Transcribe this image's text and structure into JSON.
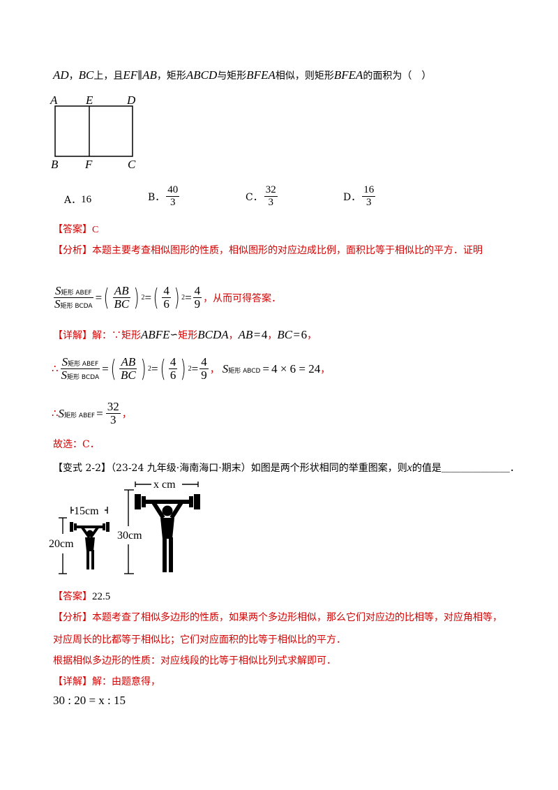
{
  "q1": {
    "stem_ad": "AD",
    "stem_comma1": "，",
    "stem_bc": "BC",
    "stem_on": "上，且",
    "stem_ef": "EF",
    "stem_parallel": "∥",
    "stem_ab": "AB",
    "stem_comma2": "，矩形",
    "stem_abcd": "ABCD",
    "stem_similar": "与矩形",
    "stem_bfea": "BFEA",
    "stem_similar2": "相似，则矩形",
    "stem_bfea2": "BFEA",
    "stem_area": "的面积为（　）",
    "figure_labels": [
      "A",
      "E",
      "D",
      "B",
      "F",
      "C"
    ],
    "options": [
      {
        "letter": "A．",
        "value": "16"
      },
      {
        "letter": "B．",
        "num": "40",
        "den": "3"
      },
      {
        "letter": "C．",
        "num": "32",
        "den": "3"
      },
      {
        "letter": "D．",
        "num": "16",
        "den": "3"
      }
    ],
    "answer_tag": "【答案】",
    "answer_value": "C",
    "analysis_tag": "【分析】",
    "analysis_text": "本题主要考查相似图形的性质，相似图形的对应边成比例，面积比等于相似比的平方．证明",
    "analysis_formula": {
      "s": "S",
      "sub_top": "矩形 ABEF",
      "sub_bot": "矩形 BCDA",
      "ab": "AB",
      "bc": "BC",
      "four": "4",
      "six": "6",
      "nine": "9",
      "sq": "2",
      "eq": "=",
      "tail": "，从而可得答案．"
    },
    "detail_tag": "【详解】",
    "detail_line1": {
      "pre": "解：∵矩形",
      "abfe": "ABFE",
      "sim": "∽",
      "rect": "矩形",
      "bcda": "BCDA",
      "comma": "，",
      "ab_eq": "AB",
      "four": "4",
      "comma2": "，",
      "bc_eq": "BC",
      "six": "6",
      "end": "，"
    },
    "detail_line2": {
      "therefore": "∴",
      "s_sub": "矩形 ABCD",
      "product": "4 × 6 = 24",
      "end": "，"
    },
    "detail_line3": {
      "therefore": "∴",
      "s_sub": "矩形 ABEF",
      "num": "32",
      "den": "3",
      "end": "，"
    },
    "choose": "故选：C．"
  },
  "q2": {
    "tag": "【变式 2-2】",
    "source": "（23-24 九年级·海南海口·期末）如图是两个形状相同的举重图案，则",
    "var": "x",
    "tail": "的值是",
    "blank": "＿＿＿＿＿＿＿",
    "period": "．",
    "figure": {
      "small_width": "15cm",
      "small_height": "20cm",
      "big_width": "x cm",
      "big_height": "30cm"
    },
    "answer_tag": "【答案】",
    "answer_value": "22.5",
    "analysis_tag": "【分析】",
    "analysis_line1": "本题考查了相似多边形的性质，如果两个多边形相似，那么它们对应边的比相等，对应角相等，",
    "analysis_line2": "对应周长的比都等于相似比；它们对应面积的比等于相似比的平方．",
    "analysis_line3": "根据相似多边形的性质：对应线段的比等于相似比列式求解即可．",
    "detail_tag": "【详解】",
    "detail_text": "解：由题意得，",
    "equation": "30 : 20 = x : 15"
  }
}
